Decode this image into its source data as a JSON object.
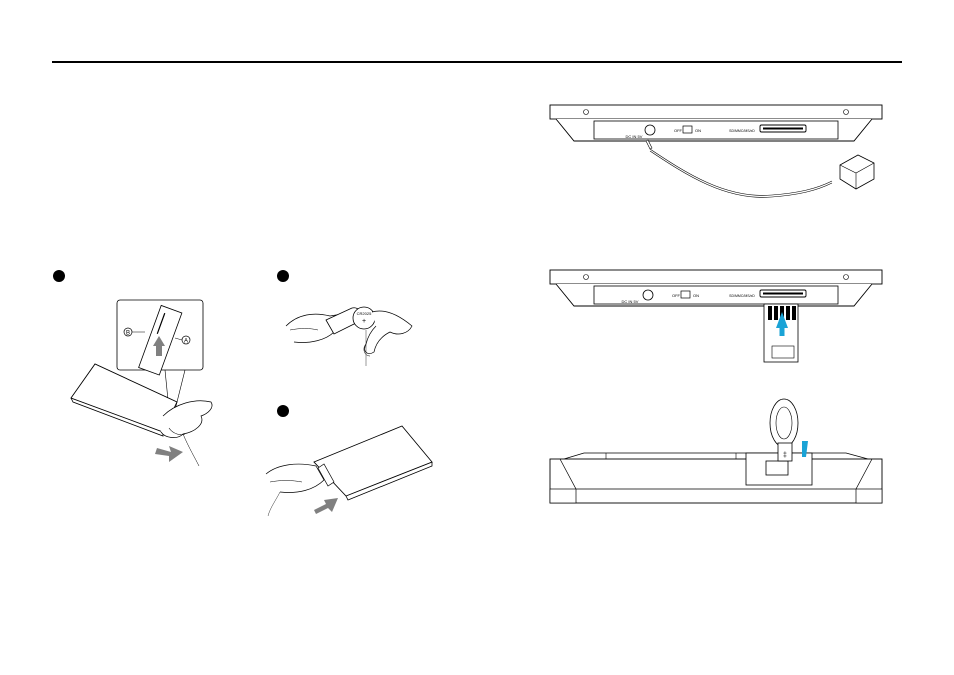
{
  "remote": {
    "insert_label_a": "A",
    "insert_label_b": "B",
    "battery_text": "CR2025",
    "battery_sign": "+"
  },
  "frame": {
    "dc_in": "DC IN 5V",
    "power_off": "OFF",
    "power_on": "ON",
    "card_slot": "SD/MMC/MS/xD"
  },
  "usb": {
    "usb_symbol": "‡"
  },
  "colors": {
    "line": "#000000",
    "arrow_gray": "#808080",
    "arrow_blue": "#1aa3d6"
  }
}
